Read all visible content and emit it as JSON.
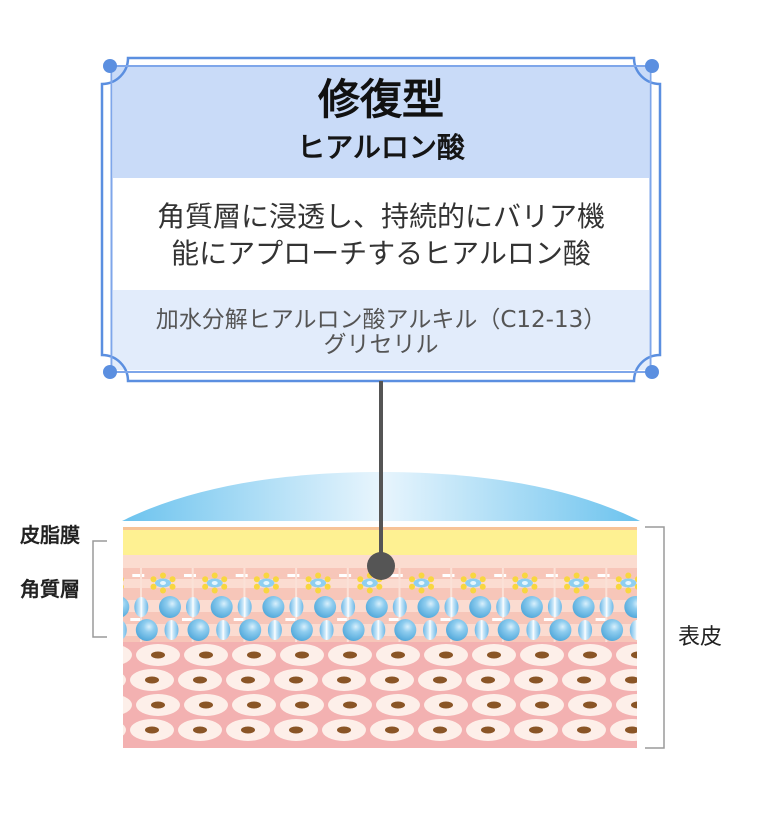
{
  "card": {
    "title": "修復型",
    "subtitle": "ヒアルロン酸",
    "description_lines": [
      "角質層に浸透し、持続的にバリア機",
      "能にアプローチするヒアルロン酸"
    ],
    "ingredient_lines": [
      "加水分解ヒアルロン酸アルキル（C12-13）",
      "グリセリル"
    ]
  },
  "diagram": {
    "labels": {
      "sebum_film": "皮脂膜",
      "stratum_corneum": "角質層",
      "epidermis": "表皮"
    },
    "icons": {
      "connector_dot": "pointer-dot-icon",
      "corner_dot": "corner-dot-icon"
    }
  },
  "colors": {
    "frame_blue": "#5b8fe0",
    "header_bg": "#c9dbf8",
    "ingredient_bg": "#e2ecfb",
    "sebum_yellow": "#fef192",
    "dermis_pink": "#f3b1b1",
    "moisture_blue": "#6cc3ee",
    "connector_gray": "#555555"
  }
}
